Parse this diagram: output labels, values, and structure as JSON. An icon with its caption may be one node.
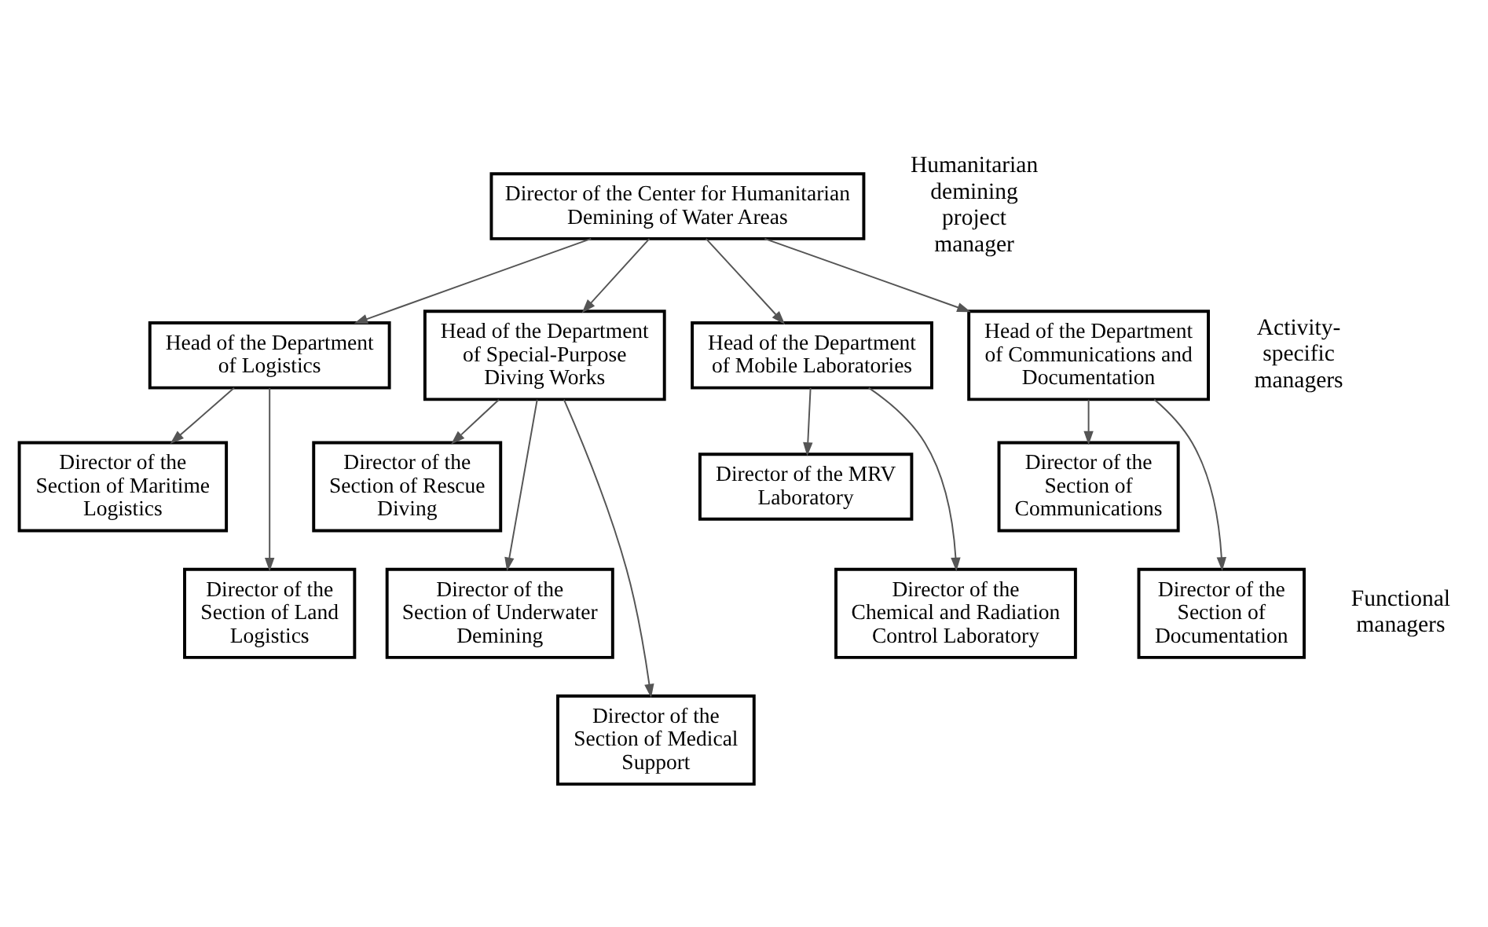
{
  "diagram": {
    "nodes": [
      {
        "text": [
          "Director of the Center for Humanitarian Demining of Water Areas"
        ]
      },
      {
        "text": [
          "Head of the Department of Logistics"
        ]
      },
      {
        "text": [
          "Head of the Department of Special-Purpose Diving Works"
        ]
      },
      {
        "text": [
          "Head of the Department of Mobile Laboratories"
        ]
      },
      {
        "text": [
          "Head of the Department of Communications and Documentation"
        ]
      },
      {
        "text": [
          "Director of the Section of Maritime Logistics"
        ]
      },
      {
        "text": [
          "Director of the Section of Land Logistics"
        ]
      },
      {
        "text": [
          "Director of the Section of Rescue Diving"
        ]
      },
      {
        "text": [
          "Director of the Section of Underwater Demining"
        ]
      },
      {
        "text": [
          "Director of the Section of Medical Support"
        ]
      },
      {
        "text": [
          "Director of the MRV Laboratory"
        ]
      },
      {
        "text": [
          "Director of the Chemical and Radiation Control Laboratory"
        ]
      },
      {
        "text": [
          "Director of the Section of Communications"
        ]
      },
      {
        "text": [
          "Director of the Section of Documentation"
        ]
      }
    ],
    "edges": [
      {
        "from": 0,
        "to": 1,
        "arrow": "to"
      },
      {
        "from": 0,
        "to": 2,
        "arrow": "to"
      },
      {
        "from": 0,
        "to": 3,
        "arrow": "to"
      },
      {
        "from": 0,
        "to": 4,
        "arrow": "to"
      },
      {
        "from": 1,
        "to": 5,
        "arrow": "to"
      },
      {
        "from": 1,
        "to": 6,
        "arrow": "to"
      },
      {
        "from": 2,
        "to": 7,
        "arrow": "to"
      },
      {
        "from": 2,
        "to": 8,
        "arrow": "to"
      },
      {
        "from": 2,
        "to": 9,
        "arrow": "to"
      },
      {
        "from": 3,
        "to": 10,
        "arrow": "to"
      },
      {
        "from": 3,
        "to": 11,
        "arrow": "to"
      },
      {
        "from": 4,
        "to": 12,
        "arrow": "to"
      },
      {
        "from": 4,
        "to": 13,
        "arrow": "to"
      }
    ],
    "labels": [
      "Humanitarian demining project manager",
      "Activity-specific managers",
      "Functional managers"
    ]
  }
}
